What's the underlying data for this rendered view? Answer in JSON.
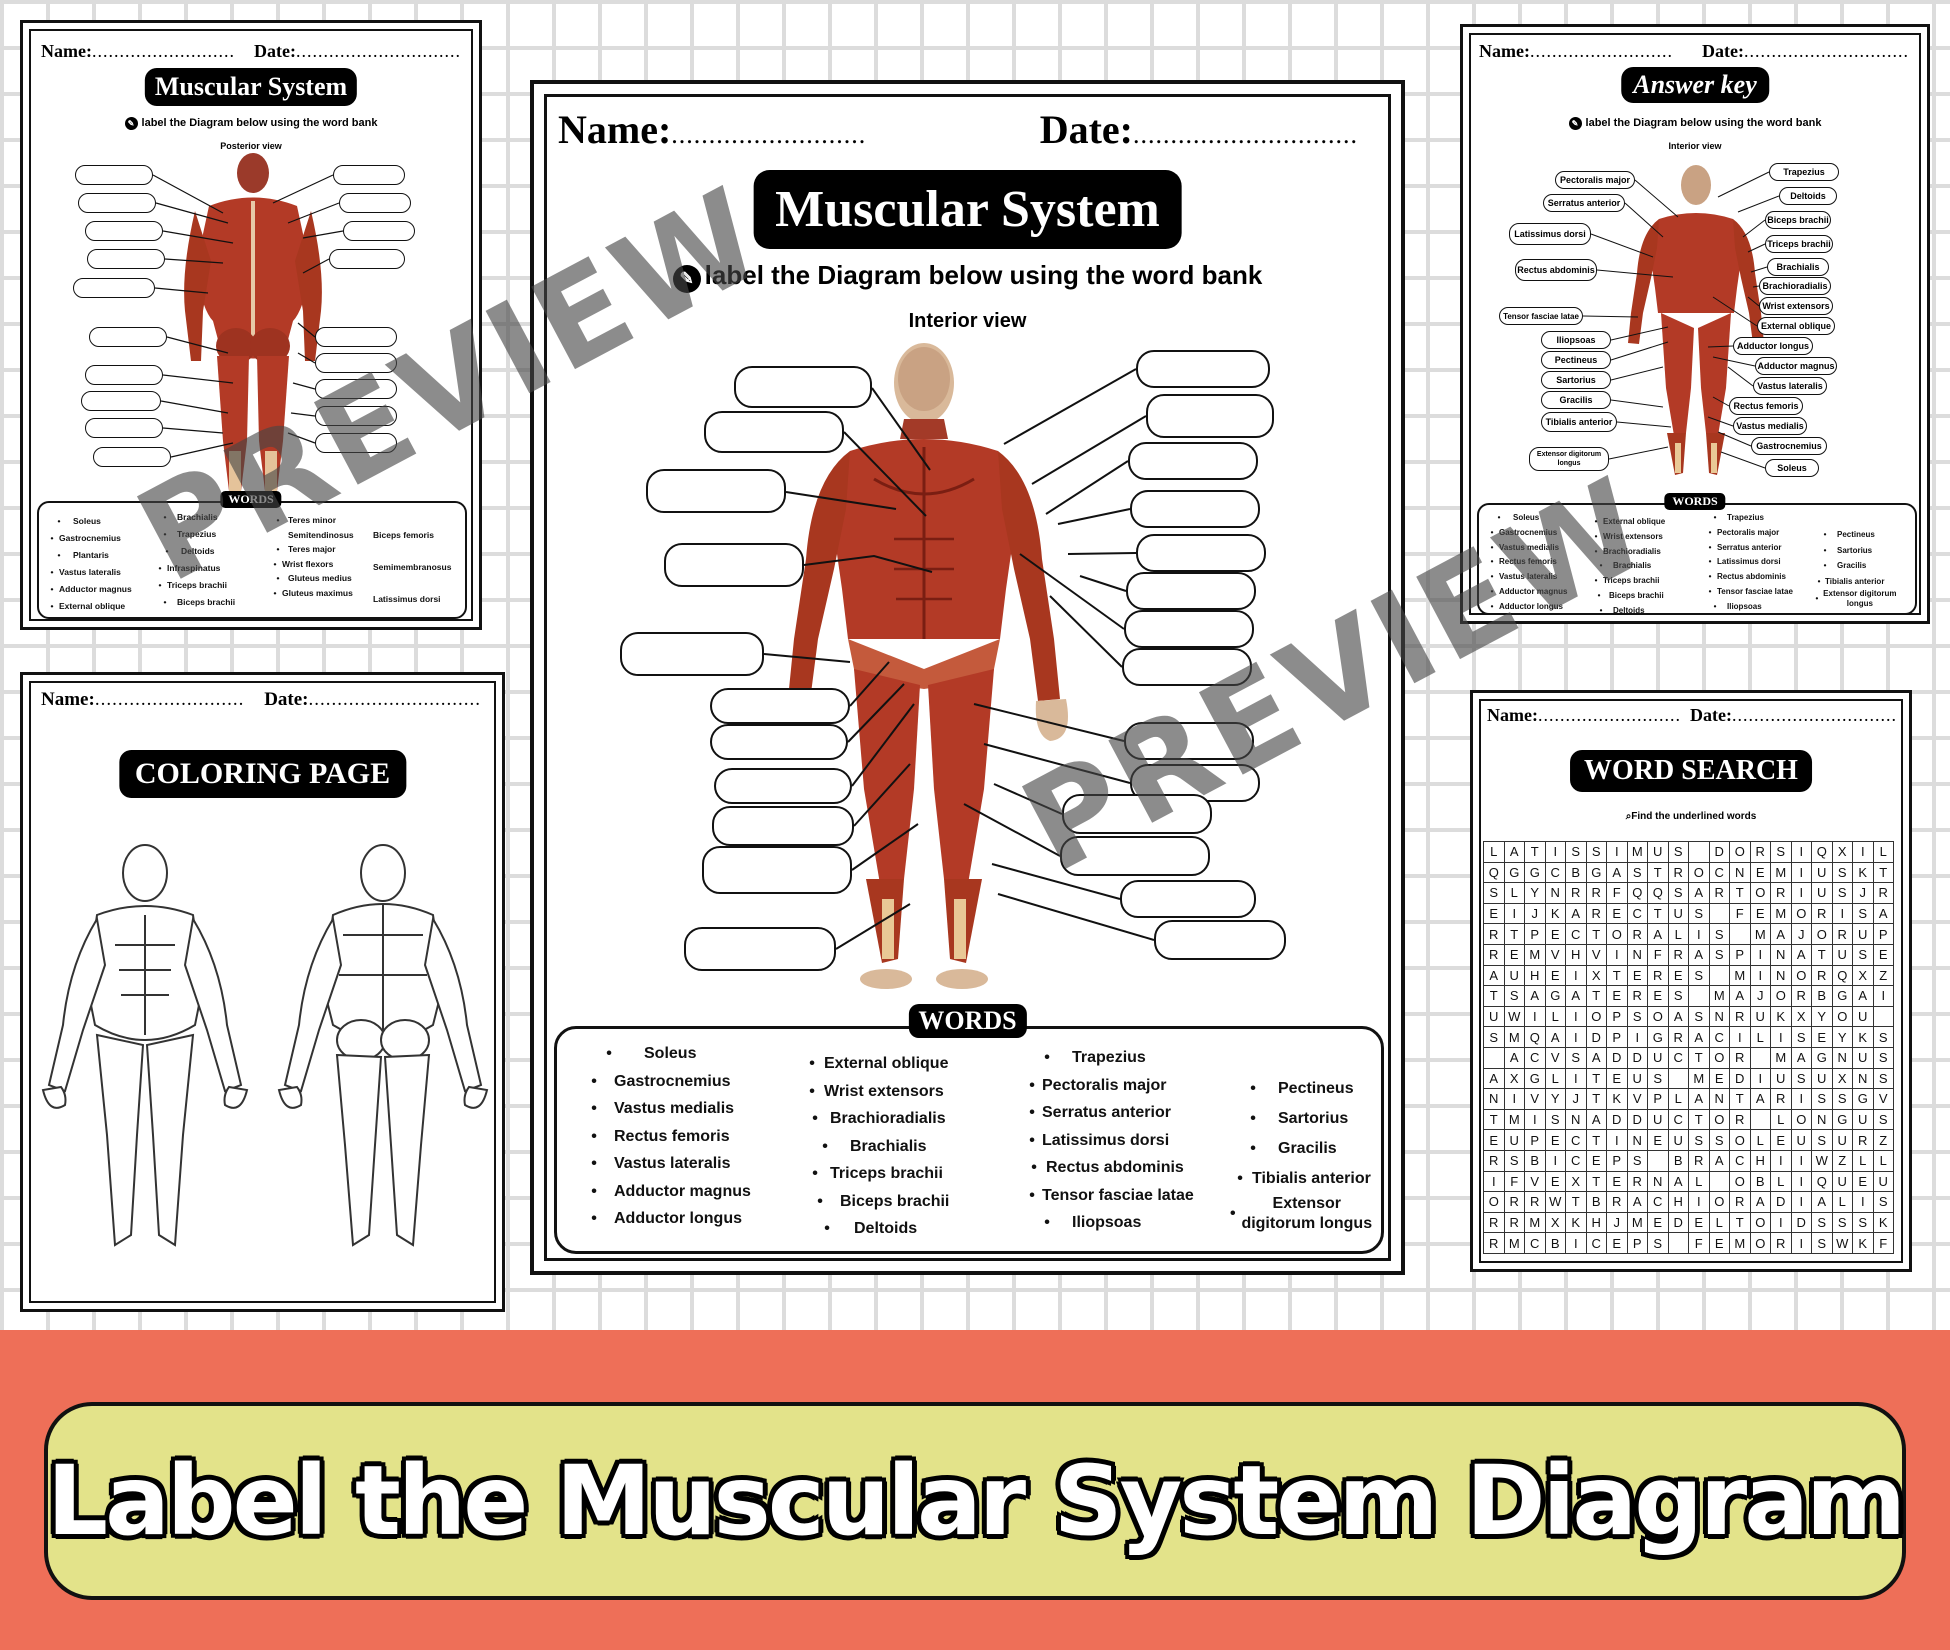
{
  "name_label": "Name:",
  "date_label": "Date:",
  "name_dots": "..........................",
  "date_dots": "..............................",
  "main_sheet": {
    "title": "Muscular System",
    "instruction": "label the Diagram below using the word bank",
    "view": "Interior view",
    "words_title": "WORDS",
    "words_columns": [
      [
        "Soleus",
        "Gastrocnemius",
        "Vastus medialis",
        "Rectus femoris",
        "Vastus lateralis",
        "Adductor magnus",
        "Adductor longus"
      ],
      [
        "External oblique",
        "Wrist extensors",
        "Brachioradialis",
        "Brachialis",
        "Triceps brachii",
        "Biceps brachii",
        "Deltoids"
      ],
      [
        "Trapezius",
        "Pectoralis major",
        "Serratus anterior",
        "Latissimus dorsi",
        "Rectus abdominis",
        "Tensor fasciae latae",
        "Iliopsoas"
      ],
      [
        "Pectineus",
        "Sartorius",
        "Gracilis",
        "Tibialis anterior",
        "Extensor digitorum longus"
      ]
    ]
  },
  "posterior_sheet": {
    "title": "Muscular System",
    "instruction": "label the Diagram below using the word bank",
    "view": "Posterior view",
    "words_title": "WORDS",
    "words_columns": [
      [
        "Soleus",
        "Gastrocnemius",
        "Plantaris",
        "Vastus lateralis",
        "Adductor magnus",
        "External oblique"
      ],
      [
        "Brachialis",
        "Trapezius",
        "Deltoids",
        "Infraspinatus",
        "Triceps brachii",
        "Biceps brachii"
      ],
      [
        "Teres minor",
        "Semitendinosus",
        "Teres major",
        "Wrist flexors",
        "Gluteus medius",
        "Gluteus maximus"
      ],
      [
        "Biceps femoris",
        "Semimembranosus",
        "Latissimus dorsi"
      ]
    ]
  },
  "answer_sheet": {
    "title": "Answer key",
    "instruction": "label the Diagram below using the word bank",
    "view": "Interior view",
    "words_title": "WORDS",
    "left_labels": [
      "Pectoralis major",
      "Serratus anterior",
      "Latissimus dorsi",
      "Rectus abdominis",
      "Tensor fasciae latae",
      "Iliopsoas",
      "Pectineus",
      "Sartorius",
      "Gracilis",
      "Tibialis anterior",
      "Extensor digitorum longus"
    ],
    "right_labels": [
      "Trapezius",
      "Deltoids",
      "Biceps brachii",
      "Triceps brachii",
      "Brachialis",
      "Brachioradialis",
      "Wrist extensors",
      "External oblique",
      "Adductor longus",
      "Adductor magnus",
      "Vastus lateralis",
      "Rectus femoris",
      "Vastus medialis",
      "Gastrocnemius",
      "Soleus"
    ],
    "words_columns": [
      [
        "Soleus",
        "Gastrocnemius",
        "Vastus medialis",
        "Rectus femoris",
        "Vastus lateralis",
        "Adductor magnus",
        "Adductor longus"
      ],
      [
        "External oblique",
        "Wrist extensors",
        "Brachioradialis",
        "Brachialis",
        "Triceps brachii",
        "Biceps brachii",
        "Deltoids"
      ],
      [
        "Trapezius",
        "Pectoralis major",
        "Serratus anterior",
        "Latissimus dorsi",
        "Rectus abdominis",
        "Tensor fasciae latae",
        "Iliopsoas"
      ],
      [
        "Pectineus",
        "Sartorius",
        "Gracilis",
        "Tibialis anterior",
        "Extensor digitorum longus"
      ]
    ]
  },
  "coloring_sheet": {
    "title": "COLORING PAGE"
  },
  "wordsearch_sheet": {
    "title": "WORD SEARCH",
    "instruction": "Find the underlined words",
    "grid": [
      "LATISSIMUS DORSIQXIL",
      "QGGCBGASTROCNEMIUSKT",
      "SLYNRRFQQSARTORIUSJR",
      "EIJKARECTUS FEMORISA",
      "RTPECTORALIS MAJORUP",
      "REMVHVINFRASPINATUSE",
      "AUHEIXTERES MINORQXZ",
      "TSAGATERES MAJORBGAI",
      "UWILIOPSOASNRUKXYOU",
      "SMQAIDPIGRACILISEYKS",
      " ACVSADDUCTOR MAGNUS",
      "AXGLITEUS MEDIUSUXNS",
      "NIVYJTKVPLANTARISSGV",
      "TMISNADDUCTOR LONGUS",
      "EUPECTINEUSSOLEUSURZ",
      "RSBICEPS BRACHIIWZLL",
      "IFVEXTERNAL OBLIQUEU",
      "ORRWTBRACHIORADIALIS",
      "RRMXKHJMEDELTOIDSSSK",
      "RMCBICEPS FEMORISWKF"
    ]
  },
  "watermark": "PREVIEW",
  "banner": {
    "title": "Label the Muscular System Diagram"
  },
  "colors": {
    "banner_background": "#ee6f58",
    "banner_band": "#e3e38a",
    "muscle": "#b33a26"
  }
}
